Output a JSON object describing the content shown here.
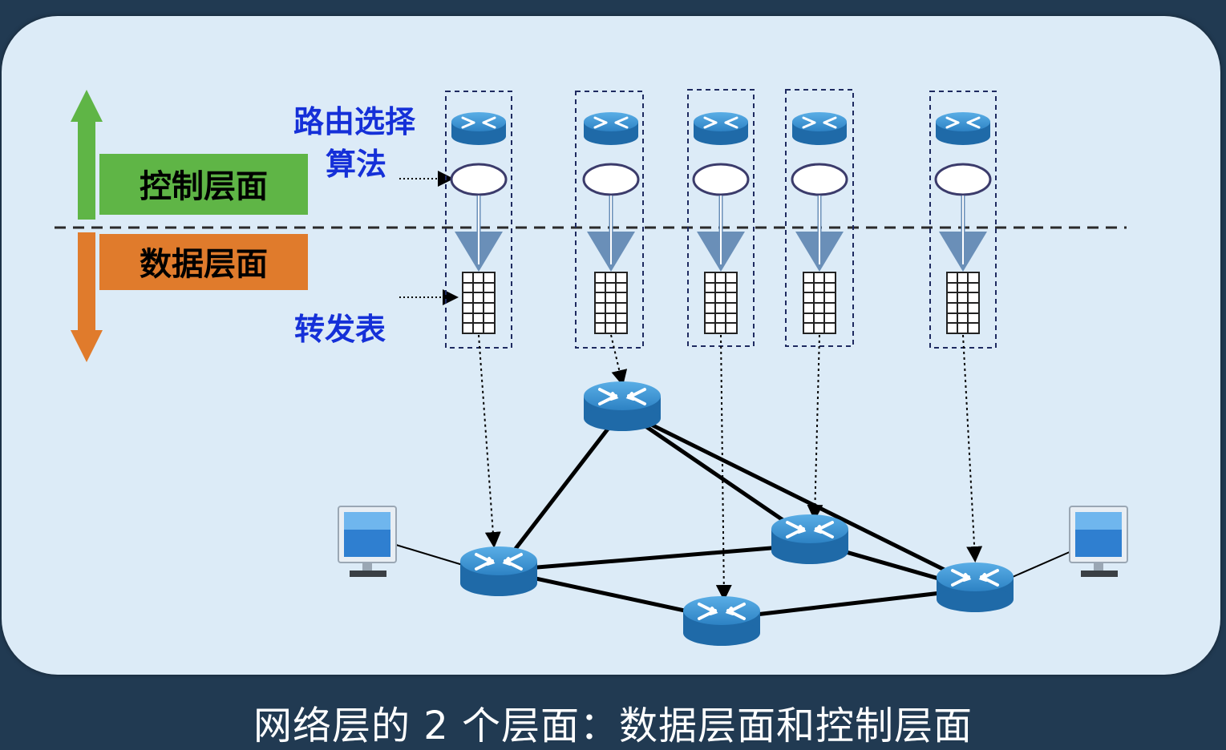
{
  "labels": {
    "routing_algorithm_line1": "路由选择",
    "routing_algorithm_line2": "算法",
    "control_plane": "控制层面",
    "data_plane": "数据层面",
    "forwarding_table": "转发表"
  },
  "caption": "网络层的 2 个层面：数据层面和控制层面",
  "colors": {
    "background": "#213a52",
    "panel": "#dcebf7",
    "control_green": "#5fb546",
    "data_orange": "#e07b2c",
    "label_blue": "#1530d8",
    "router_blue": "#2d82c4"
  },
  "icons": [
    "router-icon",
    "routing-algorithm-oval",
    "forwarding-table-grid",
    "computer-icon"
  ]
}
